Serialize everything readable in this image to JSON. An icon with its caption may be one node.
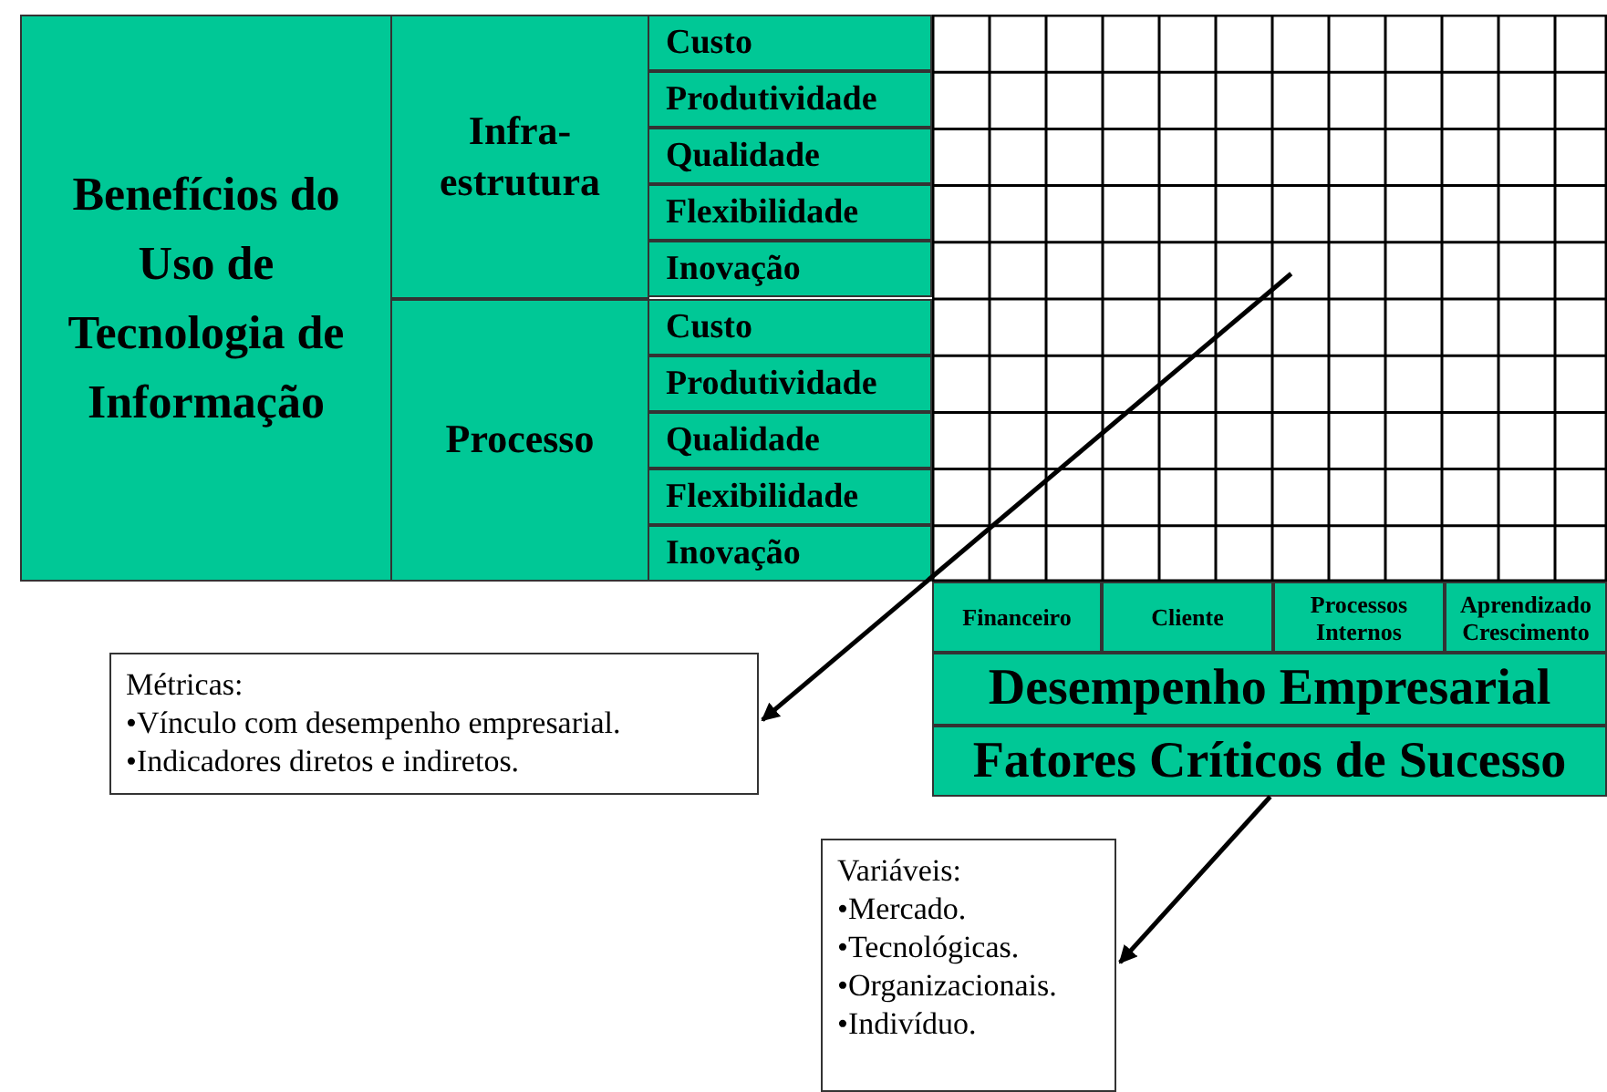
{
  "diagram": {
    "nodes": [
      {
        "text": [
          "Benefícios do Uso de Tecnologia de Informação"
        ]
      },
      {
        "text": [
          "Infra-estrutura"
        ]
      },
      {
        "text": [
          "Custo"
        ]
      },
      {
        "text": [
          "Produtividade"
        ]
      },
      {
        "text": [
          "Qualidade"
        ]
      },
      {
        "text": [
          "Flexibilidade"
        ]
      },
      {
        "text": [
          "Inovação"
        ]
      },
      {
        "text": [
          "Processo"
        ]
      },
      {
        "text": [
          "Custo"
        ]
      },
      {
        "text": [
          "Produtividade"
        ]
      },
      {
        "text": [
          "Qualidade"
        ]
      },
      {
        "text": [
          "Flexibilidade"
        ]
      },
      {
        "text": [
          "Inovação"
        ]
      },
      {
        "text": [],
        "shape": "box"
      },
      {
        "text": [
          "Financeiro"
        ]
      },
      {
        "text": [
          "Cliente"
        ]
      },
      {
        "text": [
          "Processos Internos"
        ]
      },
      {
        "text": [
          "Aprendizado Crescimento"
        ]
      },
      {
        "text": [
          "Desempenho Empresarial"
        ]
      },
      {
        "text": [
          "Fatores Críticos de Sucesso"
        ]
      },
      {
        "text": [
          "Métricas:",
          "•Vínculo com desempenho empresarial.",
          "•Indicadores diretos e indiretos."
        ]
      },
      {
        "text": [
          "Variáveis:",
          "•Mercado.",
          "•Tecnológicas.",
          "•Organizacionais.",
          "•Indivíduo."
        ]
      }
    ],
    "edges": [
      {
        "from": 13,
        "to": 20,
        "arrow": "to"
      },
      {
        "from": 19,
        "to": 21,
        "arrow": "to"
      }
    ]
  }
}
